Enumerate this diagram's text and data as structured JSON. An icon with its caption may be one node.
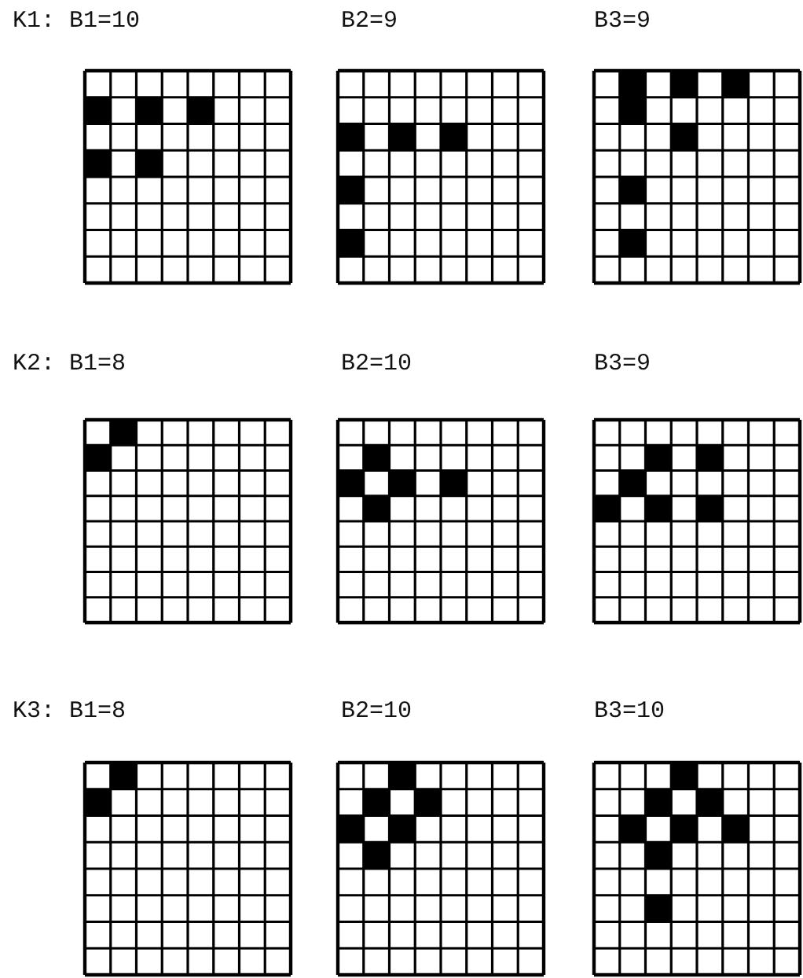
{
  "diagram": {
    "labels": [
      "K1: B1=10",
      "B2=9",
      "B3=9",
      "K2: B1=8",
      "B2=10",
      "B3=9",
      "K3: B1=8",
      "B2=10",
      "B3=10"
    ]
  }
}
